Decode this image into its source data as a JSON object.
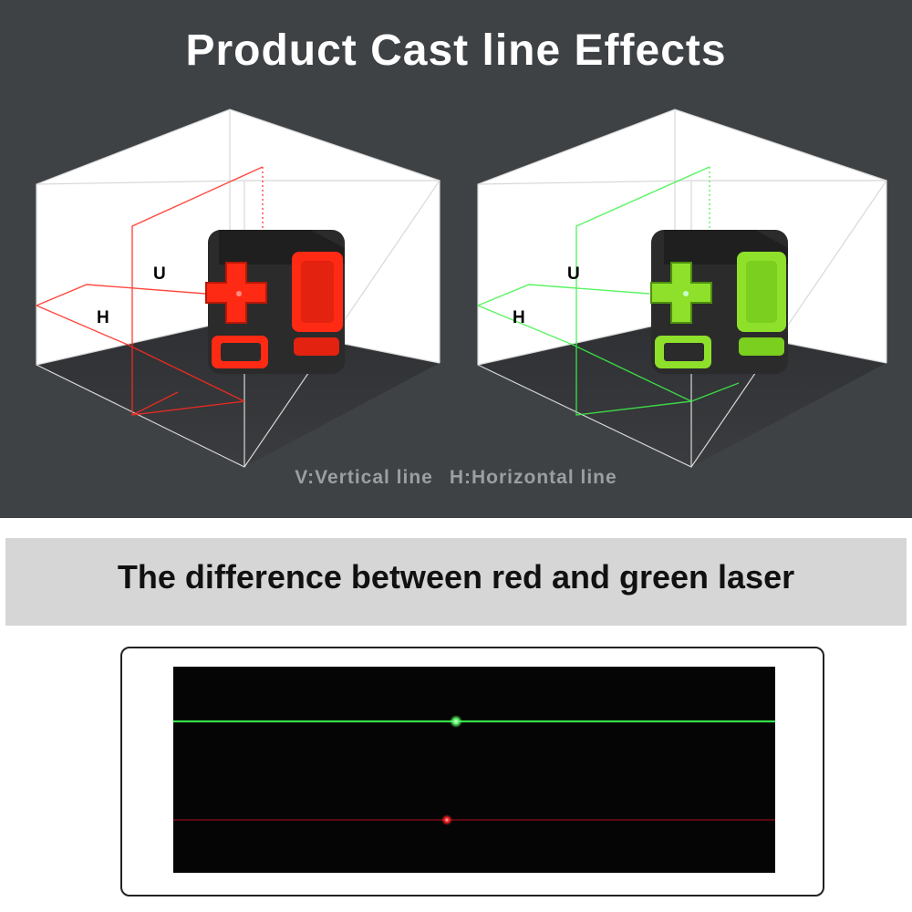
{
  "header": {
    "title": "Product Cast line Effects"
  },
  "scene": {
    "left_label_u": "U",
    "left_label_h": "H",
    "right_label_u": "U",
    "right_label_h": "H",
    "red_color": "#ff2a1f",
    "green_color": "#3ff24a"
  },
  "legend": {
    "vertical": "V:Vertical line",
    "horizontal": "H:Horizontal line"
  },
  "comparison": {
    "title": "The difference between red and green laser",
    "green_line_color": "#34e04a",
    "red_line_color": "#c8102e"
  }
}
